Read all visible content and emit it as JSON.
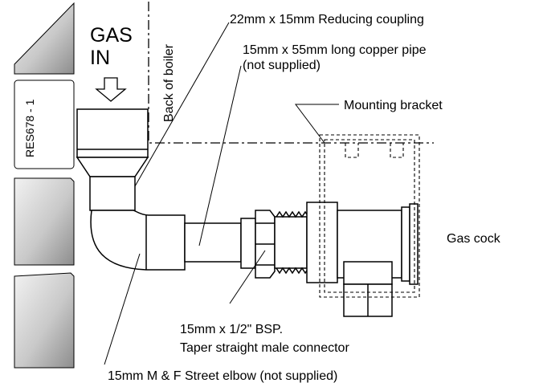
{
  "diagram": {
    "ref_code": "RES678 - 1",
    "gas_in_line1": "GAS",
    "gas_in_line2": "IN",
    "wall_label": "Back of boiler",
    "labels": {
      "reducing_coupling": "22mm x 15mm Reducing coupling",
      "copper_pipe_line1": "15mm x 55mm long copper pipe",
      "copper_pipe_line2": "(not supplied)",
      "mounting_bracket": "Mounting bracket",
      "gas_cock": "Gas cock",
      "connector_line1": "15mm x 1/2\" BSP.",
      "connector_line2": "Taper straight male connector",
      "street_elbow": "15mm M & F Street elbow (not supplied)"
    }
  }
}
